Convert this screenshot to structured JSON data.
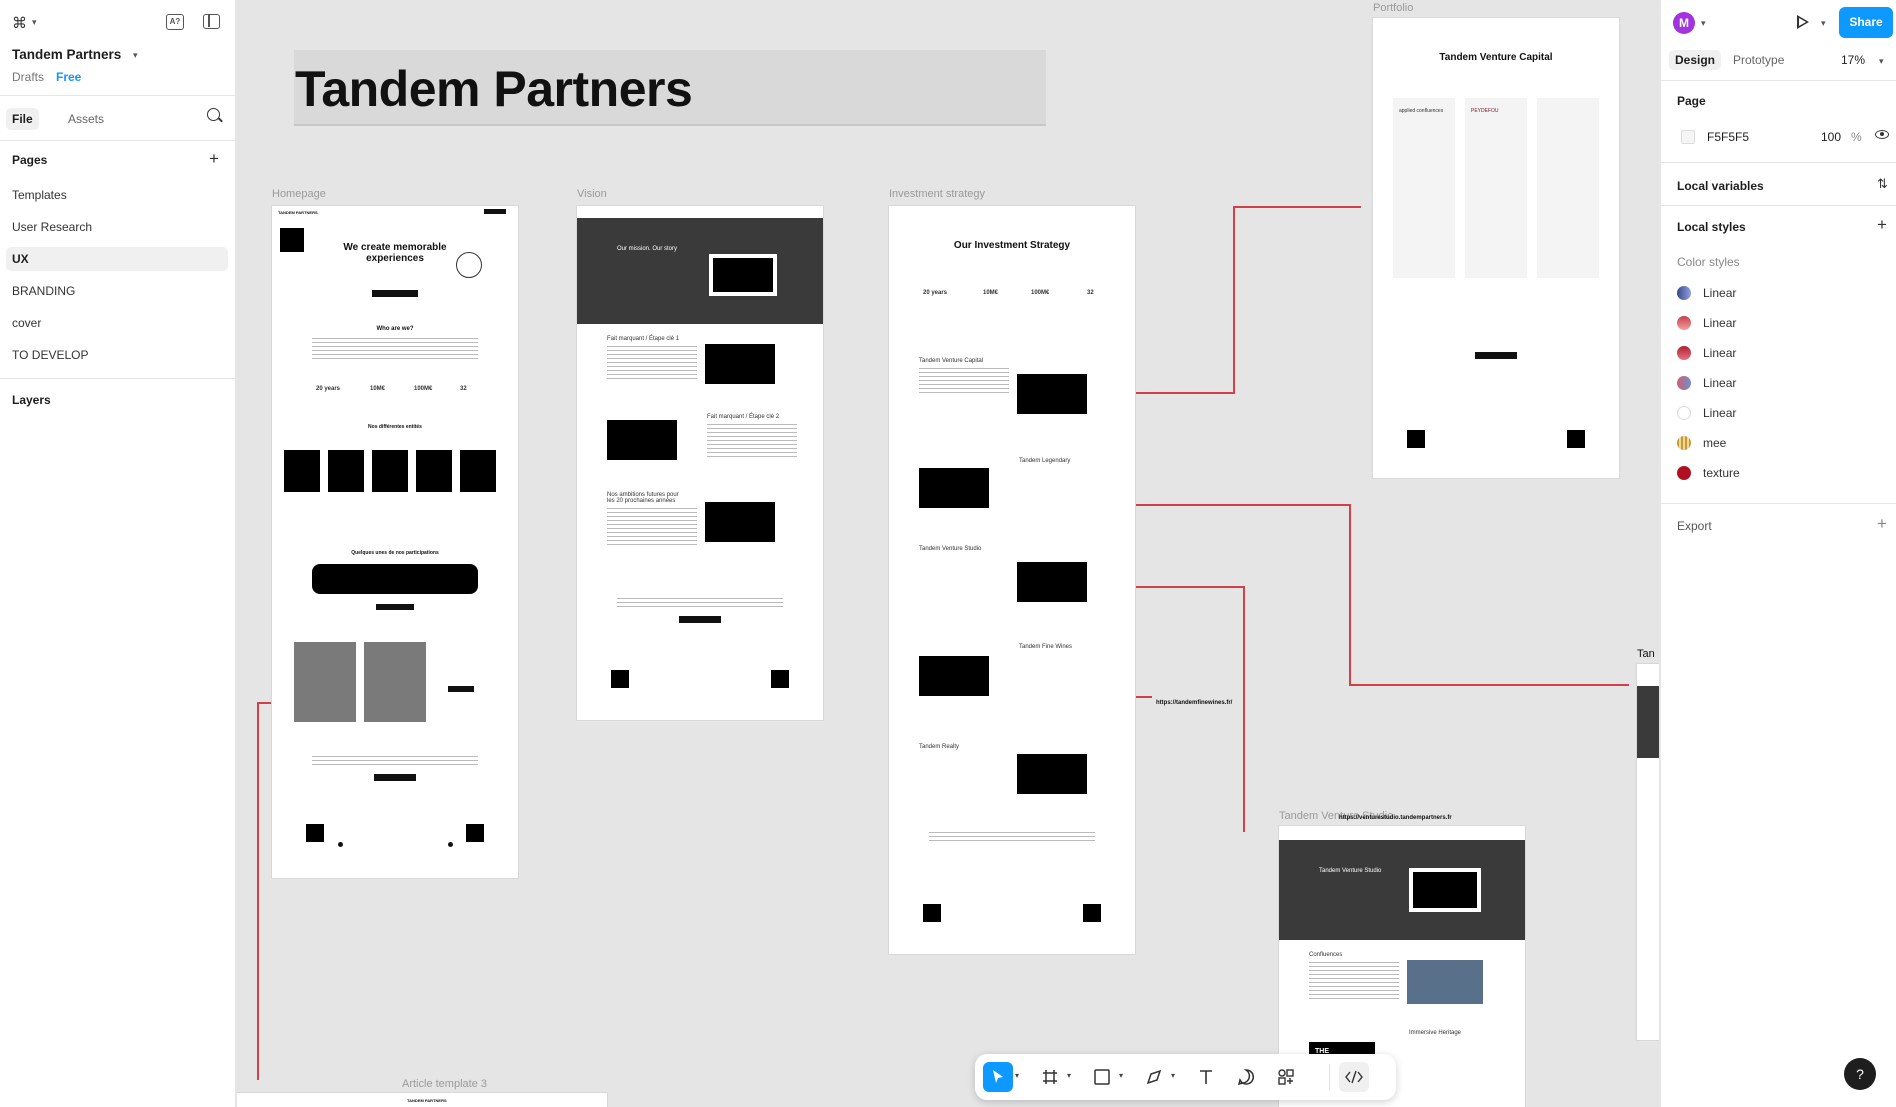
{
  "app": {
    "project_name": "Tandem Partners",
    "drafts_label": "Drafts",
    "plan_label": "Free"
  },
  "left_panel": {
    "tabs": [
      "File",
      "Assets"
    ],
    "pages_title": "Pages",
    "pages": [
      "Templates",
      "User Research",
      "UX",
      "BRANDING",
      "cover",
      "TO DEVELOP"
    ],
    "selected_page": "UX",
    "layers_title": "Layers"
  },
  "right_panel": {
    "avatar_letter": "M",
    "share_label": "Share",
    "tabs": [
      "Design",
      "Prototype"
    ],
    "zoom": "17%",
    "page_title": "Page",
    "page_color": "F5F5F5",
    "page_opacity": "100",
    "percent_sign": "%",
    "local_variables": "Local variables",
    "local_styles": "Local styles",
    "color_styles_title": "Color styles",
    "color_styles": [
      {
        "name": "Linear",
        "color": "#6b7fc4"
      },
      {
        "name": "Linear",
        "color": "#e07070"
      },
      {
        "name": "Linear",
        "color": "#d94a5a"
      },
      {
        "name": "Linear",
        "color": "#8fa8d8"
      },
      {
        "name": "Linear",
        "color": "#ffffff"
      },
      {
        "name": "mee",
        "color": "#d8b060"
      },
      {
        "name": "texture",
        "color": "#b01020"
      }
    ],
    "export_title": "Export",
    "help": "?"
  },
  "canvas": {
    "banner_title": "Tandem Partners",
    "frames": {
      "homepage": {
        "label": "Homepage",
        "nav": "TANDEM PARTNERS",
        "headline": "We create memorable experiences",
        "subtitle": "Who are we?",
        "metrics": [
          "20 years",
          "10M€",
          "100M€",
          "32"
        ],
        "entities": "Nos différentes entités",
        "participations": "Quelques unes de nos participations"
      },
      "vision": {
        "label": "Vision",
        "hero": "Our mission. Our story",
        "s1": "Fait marquant / Étape clé 1",
        "s2": "Fait marquant / Étape clé 2",
        "s3": "Nos ambitions futures pour les 20 prochaines années"
      },
      "strategy": {
        "label": "Investment strategy",
        "headline": "Our Investment Strategy",
        "metrics": [
          "20 years",
          "10M€",
          "100M€",
          "32"
        ],
        "items": [
          "Tandem Venture Capital",
          "Tandem Legendary",
          "Tandem Venture Studio",
          "Tandem Fine Wines",
          "Tandem Realty"
        ]
      },
      "portfolio": {
        "label": "Portfolio",
        "headline": "Tandem Venture Capital",
        "logos": [
          "applied confluences",
          "PEYDEFOU"
        ]
      },
      "studio": {
        "label": "Tandem Venture Studio",
        "url": "https://venturestudio.tandempartners.fr",
        "hero": "Tandem Venture Studio",
        "s1": "Confluences",
        "s2": "Immersive Heritage",
        "badge": "THE IMMERSIVE HERITAGE COLLECTION"
      },
      "article": {
        "label": "Article template 3",
        "nav": "TANDEM PARTNERS"
      },
      "edge": {
        "label": "Tan"
      }
    },
    "url_finewines": "https://tandemfinewines.fr/"
  }
}
